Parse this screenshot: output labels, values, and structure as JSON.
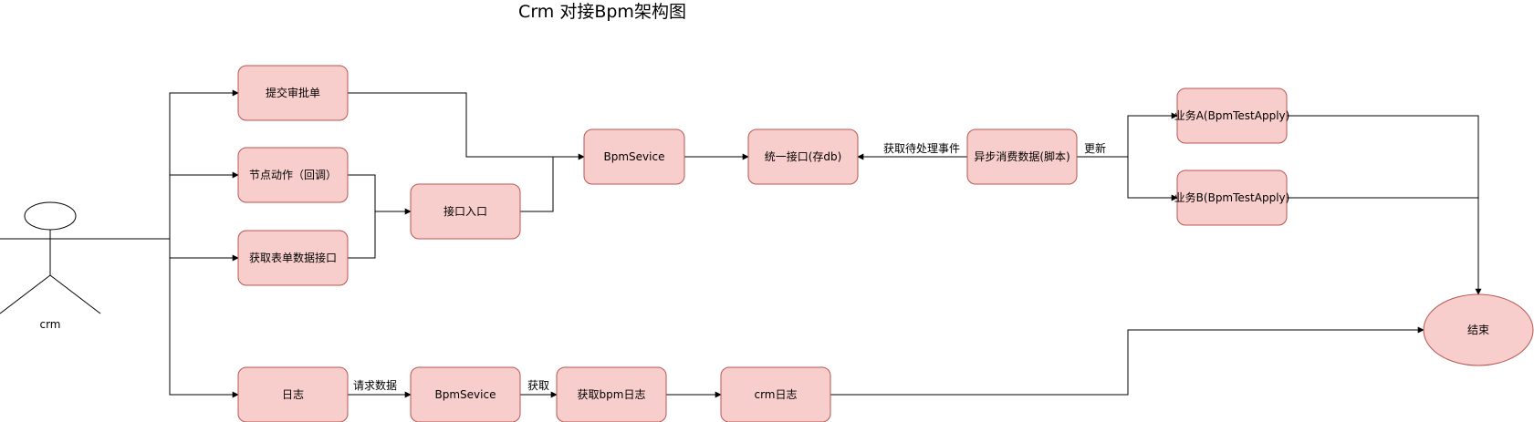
{
  "title": "Crm 对接Bpm架构图",
  "actor": {
    "label": "crm"
  },
  "nodes": {
    "submit": "提交审批单",
    "node_action": "节点动作（回调）",
    "form_data": "获取表单数据接口",
    "entry": "接口入口",
    "bpm_service": "BpmSevice",
    "unified": "统一接口(存db)",
    "async": "异步消费数据(脚本)",
    "biz_a": "业务A(BpmTestApply)",
    "biz_b": "业务B(BpmTestApply)",
    "log": "日志",
    "log_bpm_service": "BpmSevice",
    "get_bpm_log": "获取bpm日志",
    "crm_log": "crm日志",
    "end": "结束"
  },
  "edge_labels": {
    "fetch_pending": "获取待处理事件",
    "update": "更新",
    "request_data": "请求数据",
    "fetch": "获取"
  },
  "colors": {
    "node_fill": "#f8cecc",
    "node_stroke": "#b85450",
    "edge": "#000000"
  }
}
